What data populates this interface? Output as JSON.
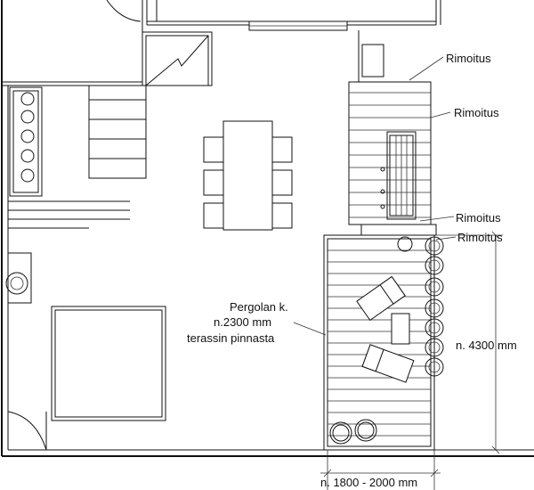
{
  "labels": {
    "rimoitus_1": "Rimoitus",
    "rimoitus_2": "Rimoitus",
    "rimoitus_3": "Rimoitus",
    "rimoitus_4": "Rimoitus",
    "pergola_line1": "Pergolan k.",
    "pergola_line2": "n.2300 mm",
    "pergola_line3": "terassin pinnasta",
    "dim_height": "n. 4300 mm",
    "dim_width": "n. 1800 - 2000 mm"
  }
}
